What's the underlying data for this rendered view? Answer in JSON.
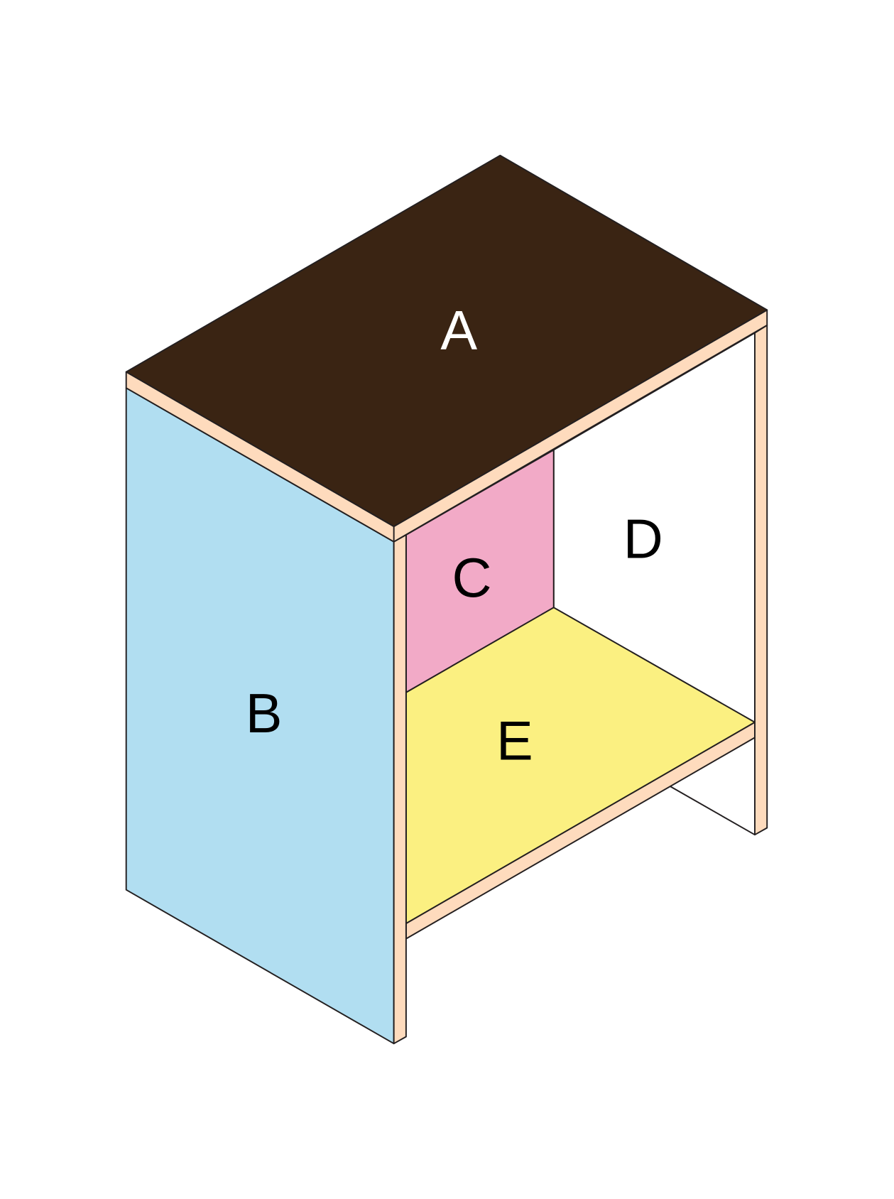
{
  "diagram": {
    "subject": "cabinet",
    "labels": {
      "top": "A",
      "side": "B",
      "back_left": "C",
      "back_right": "D",
      "shelf": "E"
    },
    "colors": {
      "top": "#3a2413",
      "side": "#b1def1",
      "back_left": "#f2aac7",
      "back_right": "#ffffff",
      "shelf": "#fbf081",
      "edge": "#fedbbd",
      "outline": "#231f20",
      "label_on_dark": "#ffffff",
      "label_on_light": "#000000"
    }
  }
}
